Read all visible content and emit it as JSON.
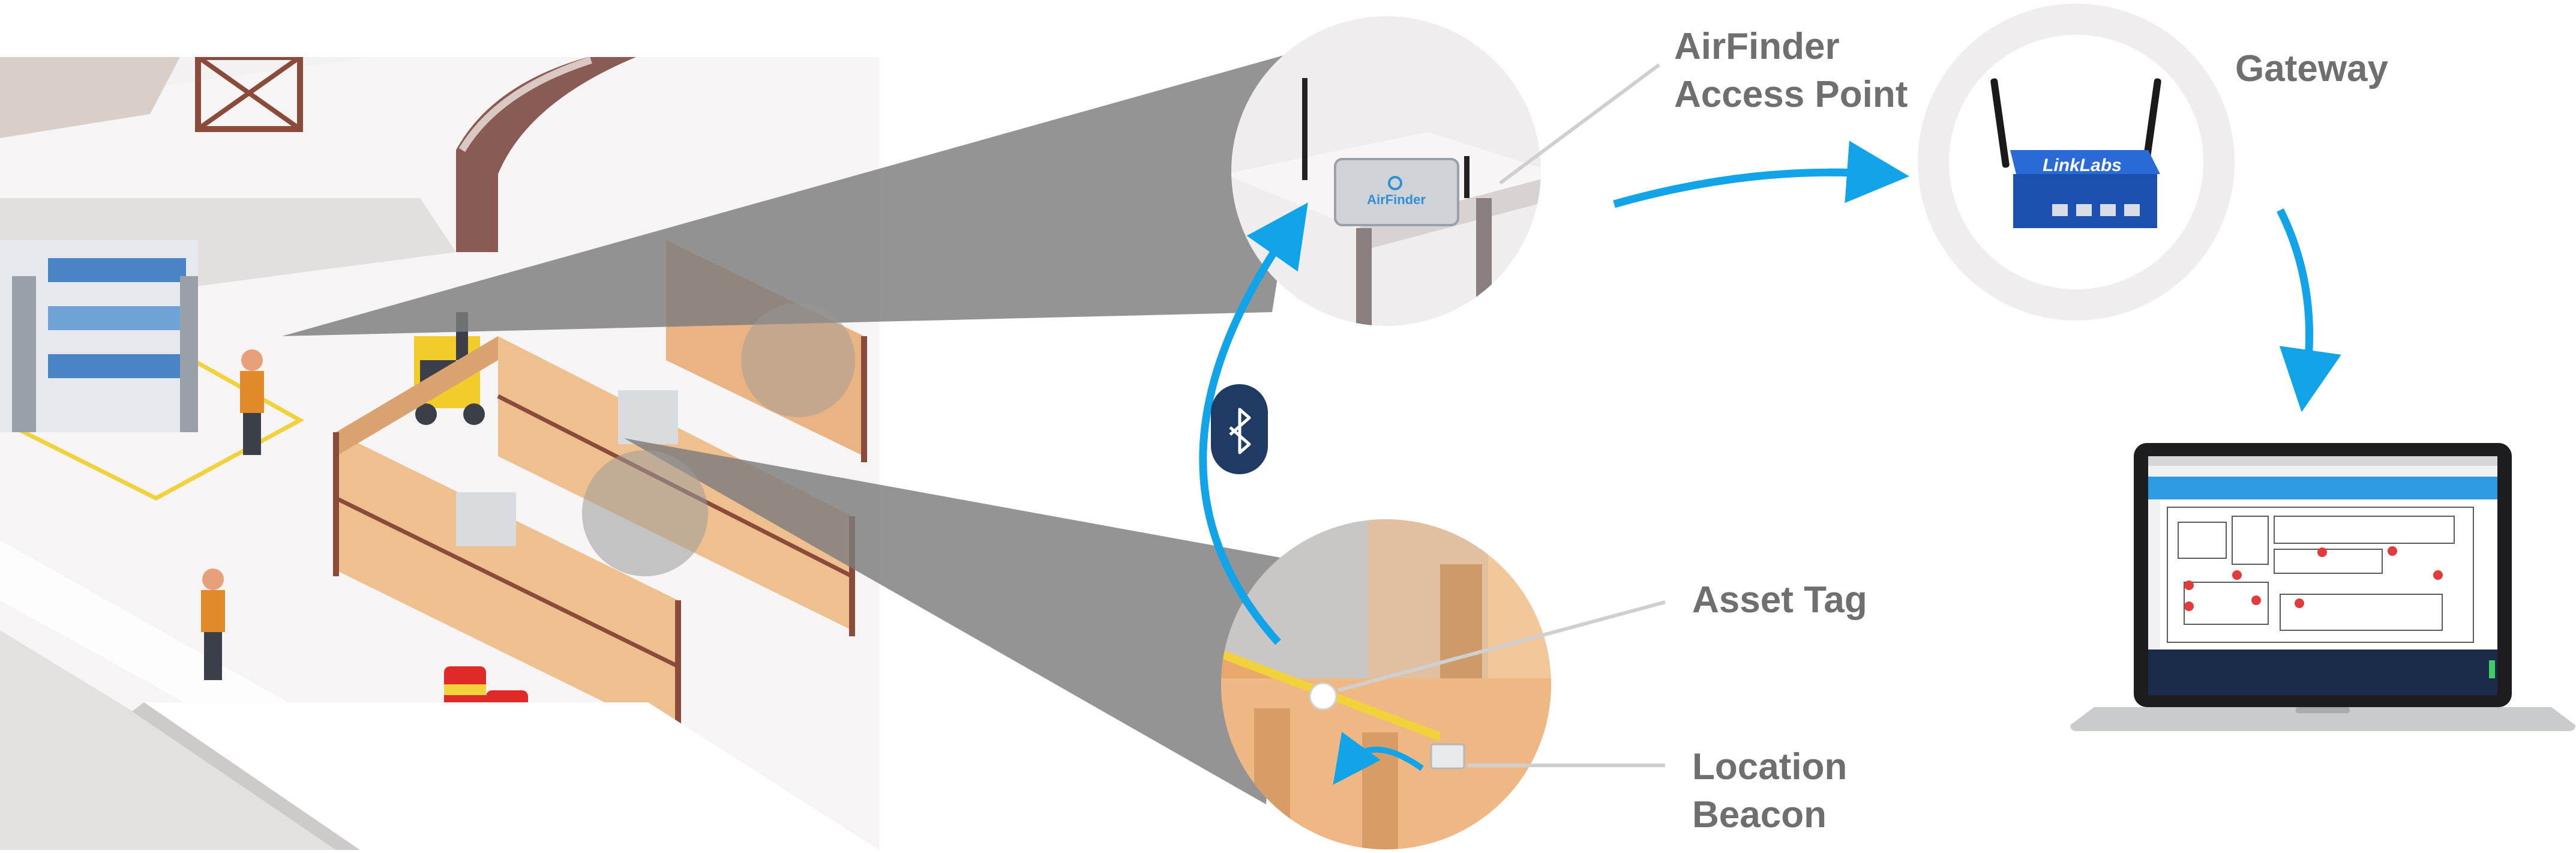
{
  "labels": {
    "access_point": [
      "AirFinder",
      "Access Point"
    ],
    "gateway": "Gateway",
    "asset_tag": "Asset Tag",
    "location_beacon": [
      "Location",
      "Beacon"
    ]
  },
  "device_marks": {
    "access_point_brand": "AirFinder",
    "gateway_brand": "LinkLabs"
  },
  "icons": {
    "bluetooth": "bluetooth-icon"
  },
  "colors": {
    "label_text": "#6f6f6f",
    "arrow_blue": "#12a4e8",
    "bluetooth_badge": "#1f3a63",
    "beam_gray": "#8a8a8a",
    "circle_bg": "#efeded",
    "box_tan": "#e8b888"
  }
}
